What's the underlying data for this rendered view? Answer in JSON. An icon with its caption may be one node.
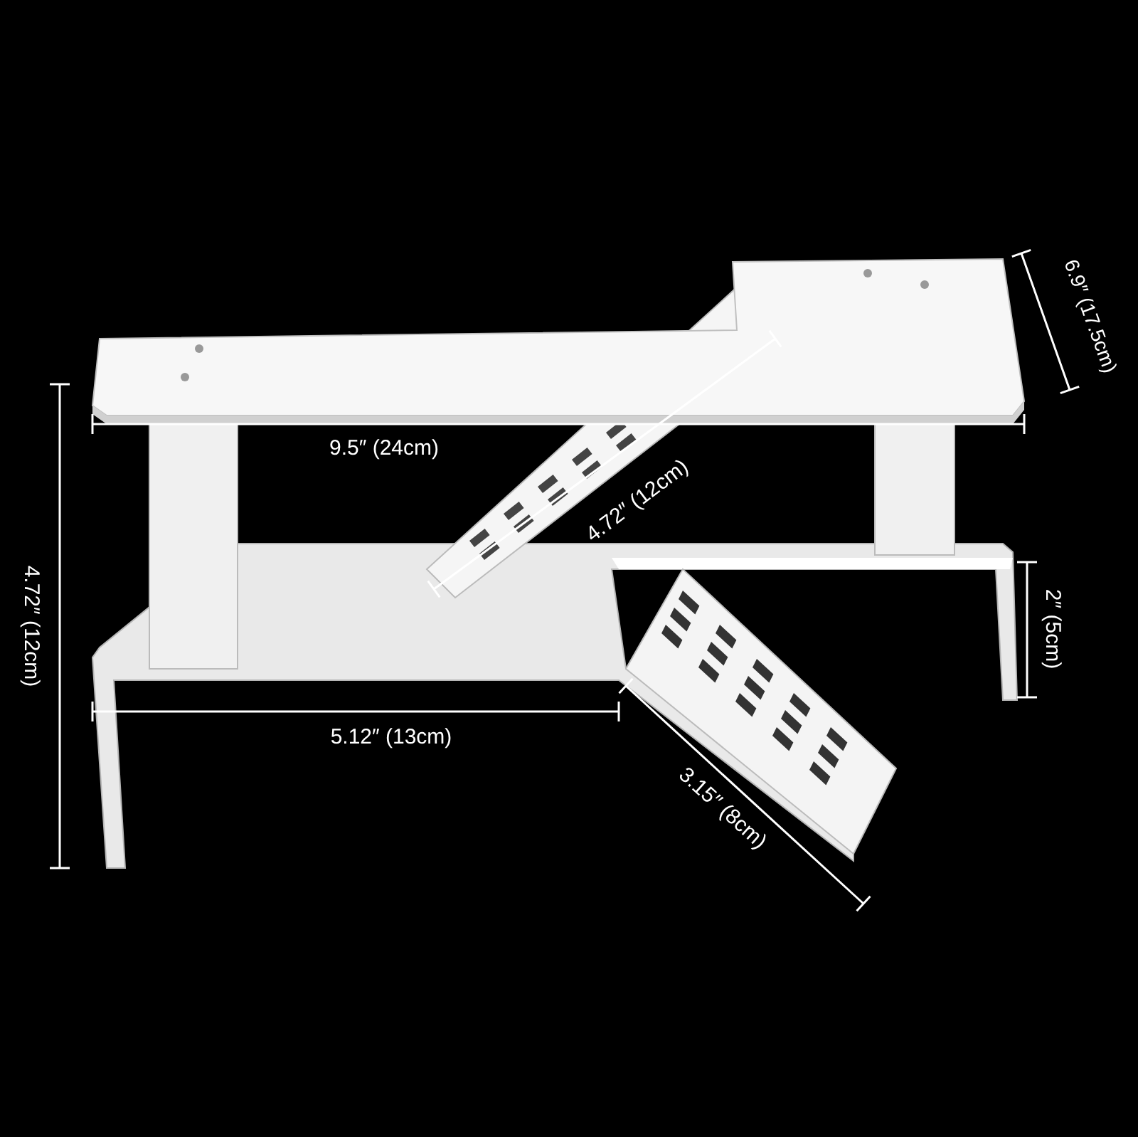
{
  "diagram": {
    "labels": [
      "6.9″ (17.5cm)",
      "9.5″ (24cm)",
      "4.72″ (12cm)",
      "4.72″ (12cm)",
      "2″ (5cm)",
      "5.12″ (13cm)",
      "3.15″ (8cm)"
    ]
  }
}
